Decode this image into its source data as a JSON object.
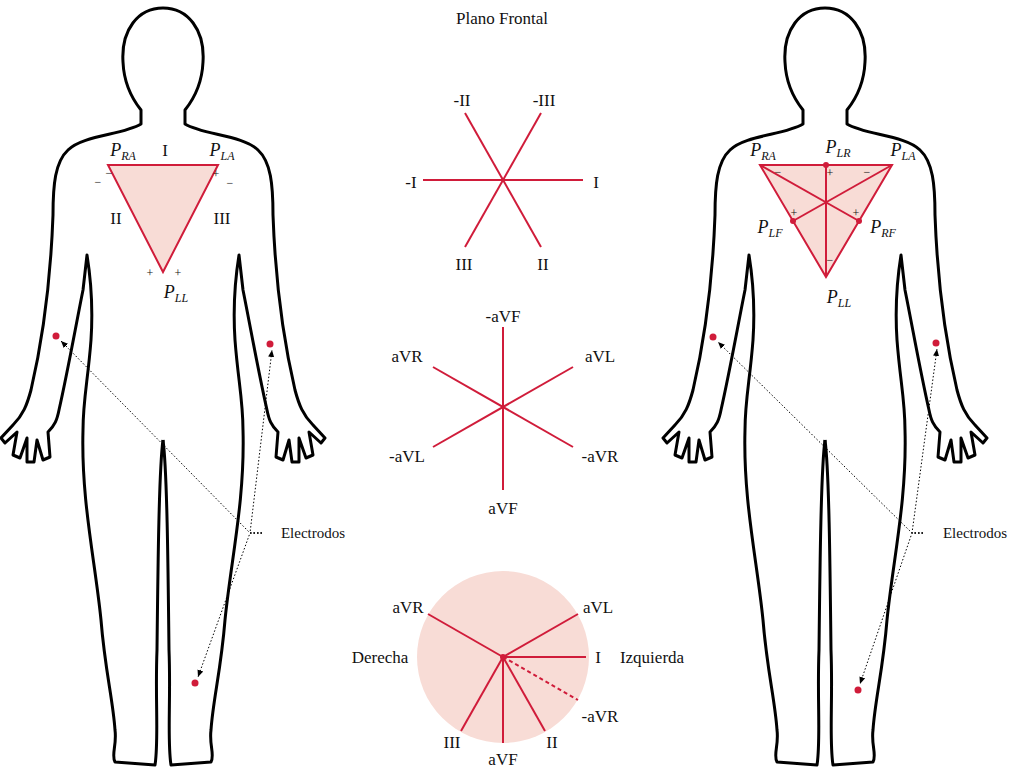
{
  "diagram": {
    "title": "Plano Frontal",
    "labels": [
      "I",
      "II",
      "III",
      "PRA",
      "PLA",
      "PLL",
      "−",
      "−",
      "+",
      "−",
      "+",
      "+",
      "Electrodos",
      "-II",
      "-III",
      "-I",
      "I",
      "III",
      "II",
      "-aVF",
      "aVR",
      "aVL",
      "-aVL",
      "-aVR",
      "aVF",
      "aVR",
      "aVL",
      "Derecha",
      "I",
      "Izquierda",
      "-aVR",
      "III",
      "aVF",
      "II",
      "PRA",
      "PLR",
      "PLA",
      "PLF",
      "PRF",
      "PLL",
      "−",
      "+",
      "−",
      "+",
      "+",
      "−",
      "Electrodos"
    ]
  }
}
